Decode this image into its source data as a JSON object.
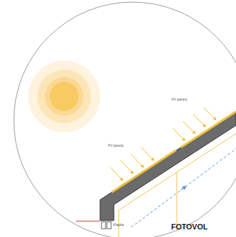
{
  "diagram": {
    "labels": [
      "FV panely",
      "FV panely",
      "Klapka",
      "FOTOVOL"
    ]
  }
}
